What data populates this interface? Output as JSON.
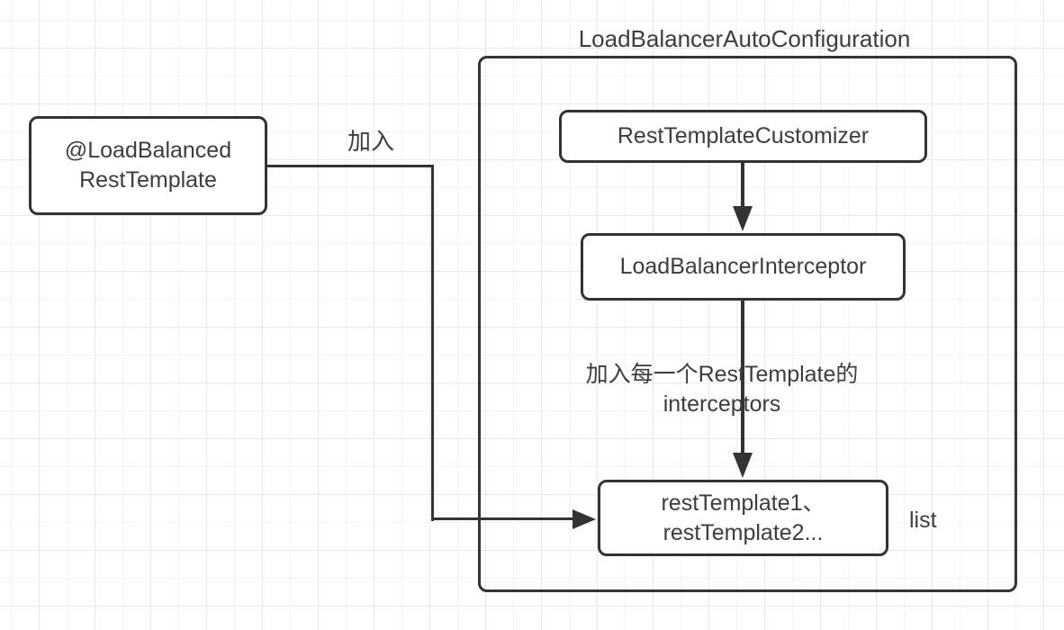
{
  "diagram": {
    "title": "LoadBalancerAutoConfiguration",
    "nodes": {
      "annotated_rest_template": {
        "line1": "@LoadBalanced",
        "line2": "RestTemplate"
      },
      "rest_template_customizer": {
        "label": "RestTemplateCustomizer"
      },
      "load_balancer_interceptor": {
        "label": "LoadBalancerInterceptor"
      },
      "rest_template_list": {
        "line1": "restTemplate1、",
        "line2": "restTemplate2...",
        "side_label": "list"
      }
    },
    "edges": [
      {
        "id": "customizer-to-interceptor",
        "from": "rest_template_customizer",
        "to": "load_balancer_interceptor",
        "label": ""
      },
      {
        "id": "interceptor-to-list",
        "from": "load_balancer_interceptor",
        "to": "rest_template_list",
        "label_line1": "加入每一个RestTemplate的",
        "label_line2": "interceptors"
      },
      {
        "id": "resttemplate-to-list",
        "from": "annotated_rest_template",
        "to": "rest_template_list",
        "label": "加入"
      }
    ],
    "colors": {
      "stroke": "#333333",
      "text": "#3d3d3d",
      "canvas_background": "#ffffff",
      "grid_line_major": "#e9e9e9",
      "grid_line_minor": "#f4f4f4",
      "node_background": "#ffffff"
    }
  }
}
